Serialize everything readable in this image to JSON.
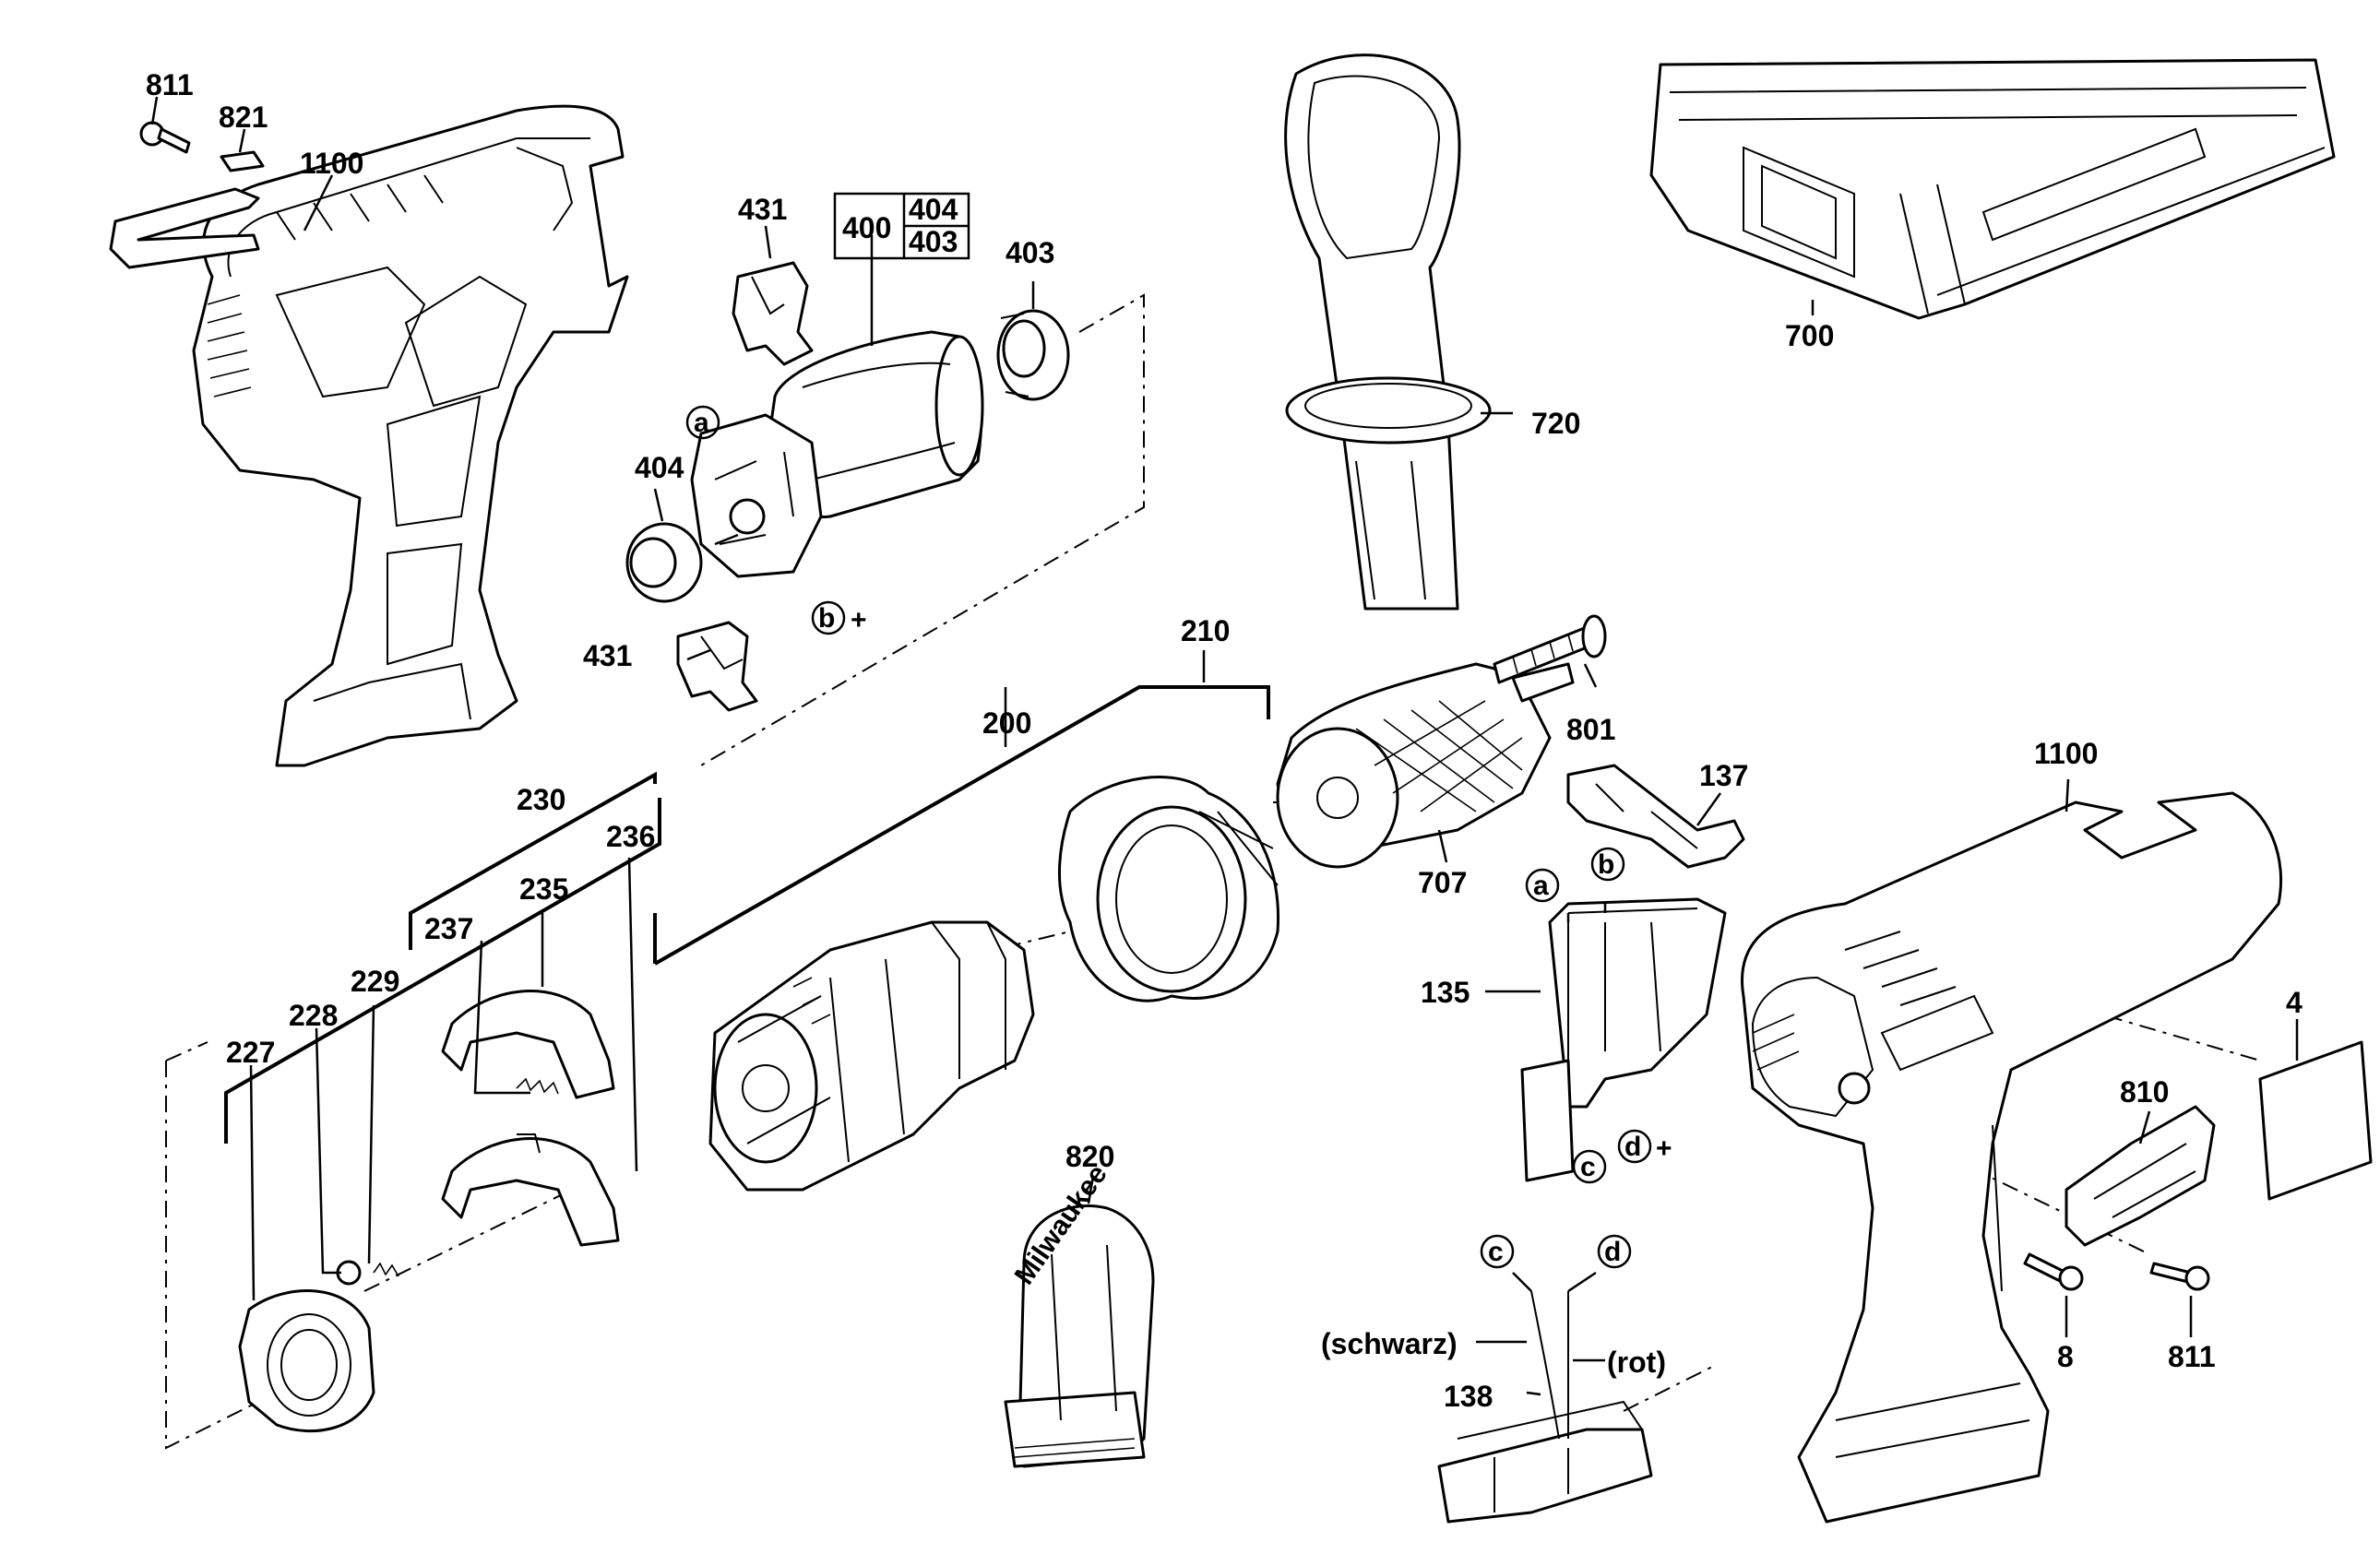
{
  "labels": {
    "p811a": "811",
    "p821": "821",
    "p1100a": "1100",
    "p431a": "431",
    "p400": "400",
    "p404box": "404",
    "p403box": "403",
    "p403": "403",
    "p404": "404",
    "p431b": "431",
    "p720": "720",
    "p700": "700",
    "p210": "210",
    "p200": "200",
    "p801": "801",
    "p230": "230",
    "p236": "236",
    "p235": "235",
    "p237": "237",
    "p229": "229",
    "p228": "228",
    "p227": "227",
    "p707": "707",
    "p137": "137",
    "p1100b": "1100",
    "p135": "135",
    "p4": "4",
    "p810": "810",
    "p820": "820",
    "p8": "8",
    "p811b": "811",
    "p138": "138",
    "schwarz": "(schwarz)",
    "rot": "(rot)"
  },
  "markers": {
    "a1": "a",
    "b1": "b",
    "b1sign": "+",
    "a2": "a",
    "b2": "b",
    "c2": "c",
    "d2": "d",
    "d2sign": "+",
    "c3": "c",
    "d3": "d"
  },
  "brand_logo_text": "Milwaukee"
}
